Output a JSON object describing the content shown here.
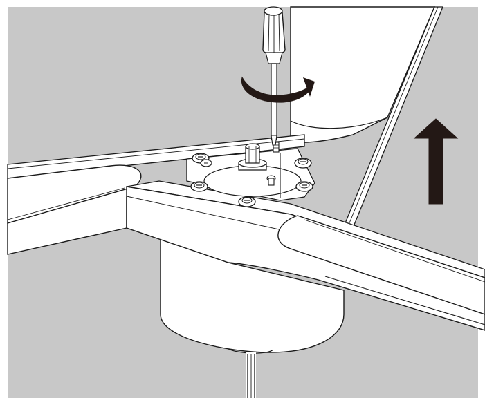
{
  "illustration": {
    "subject": "ceiling-fan-blade-installation",
    "colors": {
      "background": "#c8c8c8",
      "part_fill": "#ffffff",
      "outline": "#1a1a1a",
      "arrow_fill": "#231815"
    },
    "icons": {
      "screwdriver": "screwdriver-icon",
      "rotation": "clockwise-rotation-arrow-icon",
      "lift": "up-arrow-icon"
    },
    "screws": {
      "plate_screws_count": 6,
      "mount_screws_count": 2
    }
  }
}
